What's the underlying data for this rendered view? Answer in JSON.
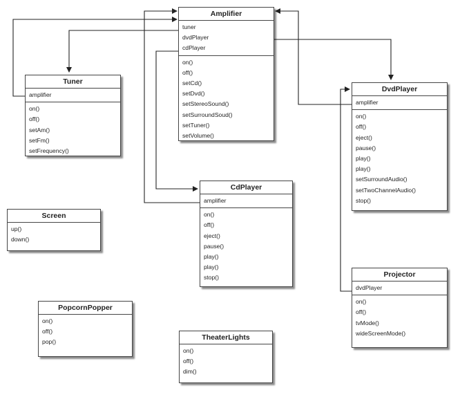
{
  "classes": {
    "amplifier": {
      "name": "Amplifier",
      "attributes": [
        "tuner",
        "dvdPlayer",
        "cdPlayer"
      ],
      "methods": [
        "on()",
        "off()",
        "setCd()",
        "setDvd()",
        "setStereoSound()",
        "setSurroundSoud()",
        "setTuner()",
        "setVolume()"
      ]
    },
    "tuner": {
      "name": "Tuner",
      "attributes": [
        "amplifier"
      ],
      "methods": [
        "on()",
        "off()",
        "setAm()",
        "setFm()",
        "setFrequency()"
      ]
    },
    "dvdplayer": {
      "name": "DvdPlayer",
      "attributes": [
        "amplifier"
      ],
      "methods": [
        "on()",
        "off()",
        "eject()",
        "pause()",
        "play()",
        "play()",
        "setSurroundAudio()",
        "setTwoChannelAudio()",
        "stop()"
      ]
    },
    "cdplayer": {
      "name": "CdPlayer",
      "attributes": [
        "amplifier"
      ],
      "methods": [
        "on()",
        "off()",
        "eject()",
        "pause()",
        "play()",
        "play()",
        "stop()"
      ]
    },
    "screen": {
      "name": "Screen",
      "attributes": [],
      "methods": [
        "up()",
        "down()"
      ]
    },
    "popcorn": {
      "name": "PopcornPopper",
      "attributes": [],
      "methods": [
        "on()",
        "off()",
        "pop()"
      ]
    },
    "lights": {
      "name": "TheaterLights",
      "attributes": [],
      "methods": [
        "on()",
        "off()",
        "dim()"
      ]
    },
    "projector": {
      "name": "Projector",
      "attributes": [
        "dvdPlayer"
      ],
      "methods": [
        "on()",
        "off()",
        "tvMode()",
        "wideScreenMode()"
      ]
    }
  },
  "relations": [
    {
      "from": "tuner",
      "to": "amplifier",
      "via": "amplifier"
    },
    {
      "from": "amplifier",
      "to": "tuner",
      "via": "tuner"
    },
    {
      "from": "amplifier",
      "to": "dvdplayer",
      "via": "dvdPlayer"
    },
    {
      "from": "dvdplayer",
      "to": "amplifier",
      "via": "amplifier"
    },
    {
      "from": "amplifier",
      "to": "cdplayer",
      "via": "cdPlayer"
    },
    {
      "from": "cdplayer",
      "to": "amplifier",
      "via": "amplifier"
    },
    {
      "from": "projector",
      "to": "dvdplayer",
      "via": "dvdPlayer"
    }
  ]
}
